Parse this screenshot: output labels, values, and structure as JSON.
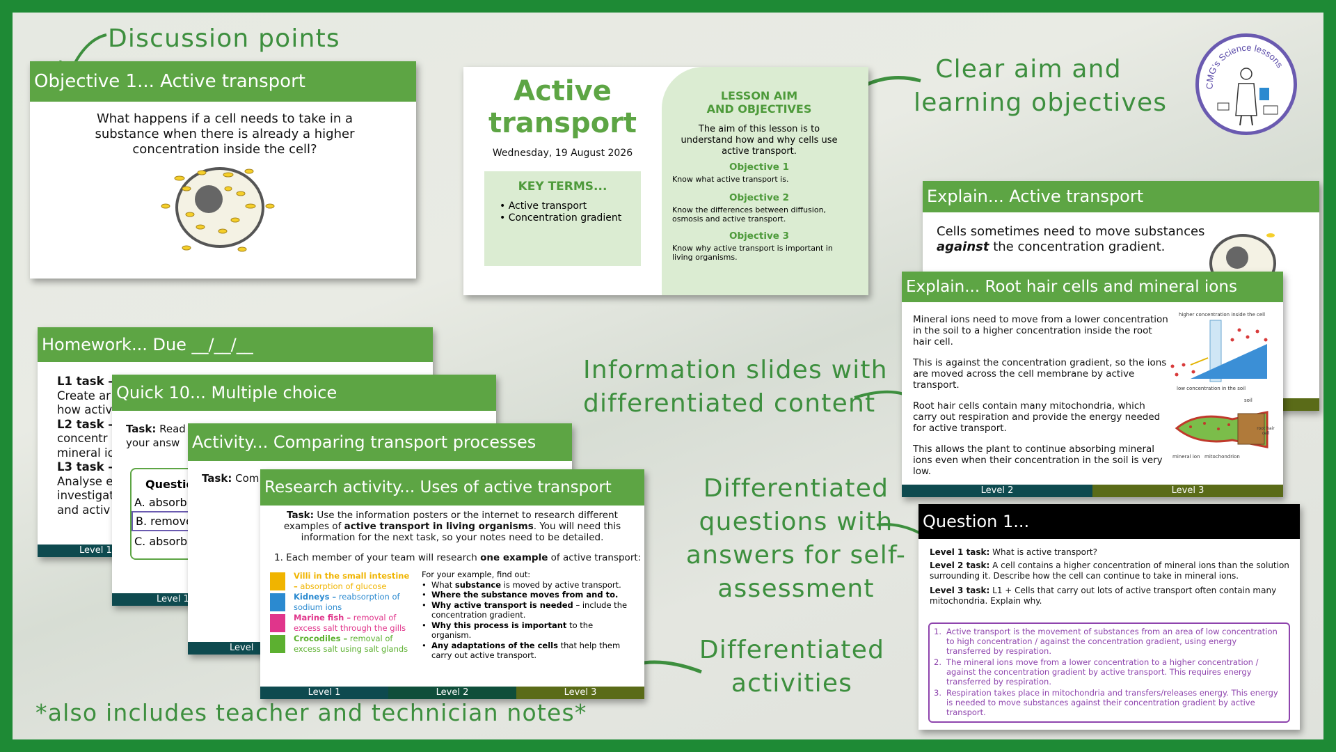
{
  "callouts": {
    "discussion": "Discussion points",
    "clear_aim_1": "Clear aim and",
    "clear_aim_2": "learning objectives",
    "info_1": "Information slides with",
    "info_2": "differentiated content",
    "questions_1": "Differentiated",
    "questions_2": "questions with",
    "questions_3": "answers for self-",
    "questions_4": "assessment",
    "activities_1": "Differentiated",
    "activities_2": "activities",
    "footer_note": "*also includes teacher and technician notes*"
  },
  "logo": {
    "text": "CMG's Science lessons"
  },
  "colors": {
    "green": "#5da544",
    "dark_teal": "#0e4a4f",
    "olive": "#5a6b18",
    "callout": "#3d8f3e"
  },
  "slide_objective": {
    "title": "Objective 1... Active transport",
    "question": "What happens if a cell needs to take in a substance when there is already a higher concentration inside the cell?"
  },
  "slide_title": {
    "heading_1": "Active",
    "heading_2": "transport",
    "date": "Wednesday, 19 August 2026",
    "key_terms_heading": "KEY TERMS...",
    "key_terms": [
      "Active transport",
      "Concentration gradient"
    ],
    "aim_heading_1": "LESSON AIM",
    "aim_heading_2": "AND OBJECTIVES",
    "aim_text": "The aim of this lesson is to understand how and why cells use active transport.",
    "objectives": [
      {
        "heading": "Objective 1",
        "text": "Know what active transport is."
      },
      {
        "heading": "Objective 2",
        "text": "Know the differences between diffusion, osmosis and active transport."
      },
      {
        "heading": "Objective 3",
        "text": "Know why active transport is important in living organisms."
      }
    ]
  },
  "slide_explain_active": {
    "title": "Explain... Active transport",
    "line1": "Cells sometimes need to move substances",
    "line2_bold": "against",
    "line2_rest": " the concentration gradient."
  },
  "slide_root_hair": {
    "title": "Explain... Root hair cells and mineral ions",
    "p1": "Mineral ions need to move from a lower concentration in the soil to a higher concentration inside the root hair cell.",
    "p2": "This is against the concentration gradient, so the ions are moved across the cell membrane by active transport.",
    "p3": "Root hair cells contain many mitochondria, which carry out respiration and provide the energy needed for active transport.",
    "p4": "This allows the plant to continue absorbing mineral ions even when their concentration in the soil is very low.",
    "label_high": "higher concentration inside the cell",
    "label_low": "low concentration in the soil",
    "label_soil": "soil",
    "label_root": "root hair cell",
    "label_ion": "mineral ion",
    "label_mito": "mitochondrion",
    "level2": "Level 2",
    "level3": "Level 3"
  },
  "slide_homework": {
    "title": "Homework... Due __/__/__",
    "l1": "L1 task – A",
    "l1a": "Create ar",
    "l1b": "how activ",
    "l2": "L2 task – M",
    "l2a": "concentr",
    "l2b": "mineral io",
    "l3": "L3 task – A",
    "l3a": "Analyse e",
    "l3b": "investigat",
    "l3c": "and activ",
    "level": "Level 1"
  },
  "slide_quick10": {
    "title": "Quick 10... Multiple choice",
    "task_bold": "Task:",
    "task_a": " Read",
    "task_b": "your answ",
    "qhead": "Questio",
    "options": [
      "A.  absorb",
      "B.  remove",
      "C.  absorb"
    ],
    "level": "Level 1"
  },
  "slide_activity": {
    "title": "Activity... Comparing transport processes",
    "task_bold": "Task:",
    "task_rest": " Com",
    "level": "Level"
  },
  "slide_research": {
    "title": "Research activity... Uses of active transport",
    "task_bold": "Task:",
    "task_text_1": " Use the information posters or the internet to research different",
    "task_text_2a": "examples of ",
    "task_text_2b": "active transport in living organisms",
    "task_text_2c": ". You will need this",
    "task_text_3": "information for the next task, so your notes need to be detailed.",
    "instruction_a": "1. Each member of your team will research ",
    "instruction_b": "one example",
    "instruction_c": " of active transport:",
    "examples": [
      {
        "name": "Villi in the small intestine –",
        "desc": "absorption of glucose",
        "color": "#f0b400"
      },
      {
        "name": "Kidneys –",
        "desc": "reabsorption of sodium ions",
        "color": "#2b8ad0"
      },
      {
        "name": "Marine fish –",
        "desc": "removal of excess salt through the gills",
        "color": "#e0358b"
      },
      {
        "name": "Crocodiles –",
        "desc": "removal of excess salt using salt glands",
        "color": "#5cb030"
      }
    ],
    "findout_heading": "For your example, find out:",
    "findout": [
      {
        "a": "What ",
        "b": "substance",
        "c": " is moved by active transport."
      },
      {
        "a": "",
        "b": "Where the substance moves from and to.",
        "c": ""
      },
      {
        "a": "",
        "b": "Why active transport is needed",
        "c": " – include the concentration gradient."
      },
      {
        "a": "",
        "b": "Why this process is important",
        "c": " to the organism."
      },
      {
        "a": "",
        "b": "Any adaptations of the cells",
        "c": " that help them carry out active transport."
      }
    ],
    "level1": "Level 1",
    "level2": "Level 2",
    "level3": "Level 3"
  },
  "slide_question": {
    "title": "Question 1...",
    "l1_label": "Level 1 task:",
    "l1_text": " What is active transport?",
    "l2_label": "Level 2 task:",
    "l2_text": " A cell contains a higher concentration of mineral ions than the solution surrounding it. Describe how the cell can continue to take in mineral ions.",
    "l3_label": "Level 3 task:",
    "l3_text": " L1 + Cells that carry out lots of active transport often contain many mitochondria. Explain why.",
    "answers": [
      "Active transport is the movement of substances from an area of low concentration to high concentration / against the concentration gradient, using energy transferred by respiration.",
      "The mineral ions move from a lower concentration to a higher concentration / against the concentration gradient by active transport. This requires energy transferred by respiration.",
      "Respiration takes place in mitochondria and transfers/releases energy. This energy is needed to move substances against their concentration gradient by active transport."
    ]
  }
}
